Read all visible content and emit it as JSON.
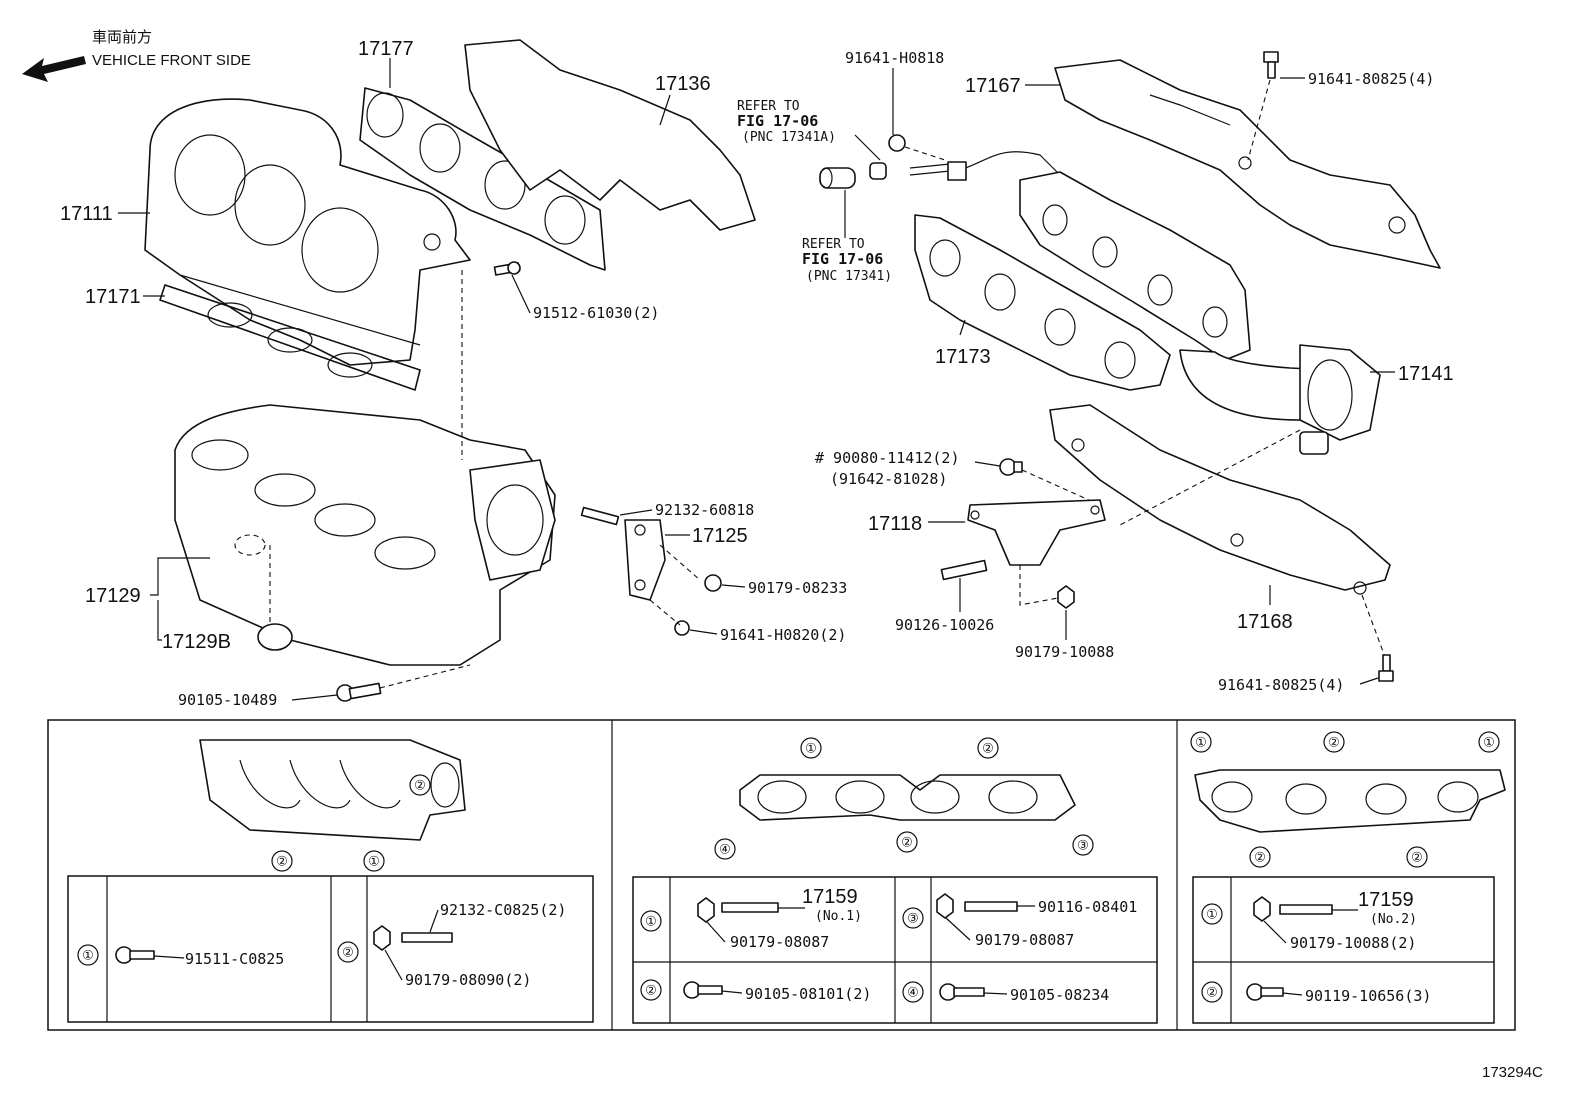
{
  "header": {
    "direction_jp": "車両前方",
    "direction_en": "VEHICLE FRONT SIDE",
    "figure_id": "173294C"
  },
  "parts": {
    "p17177": "17177",
    "p17136": "17136",
    "p17111": "17111",
    "p17171": "17171",
    "p91512": "91512-61030(2)",
    "p17129": "17129",
    "p17129b": "17129B",
    "p90105_10489": "90105-10489",
    "p92132_60818": "92132-60818",
    "p17125": "17125",
    "p90179_08233": "90179-08233",
    "p91641_h0820": "91641-H0820(2)",
    "p91641_h0818": "91641-H0818",
    "p17167": "17167",
    "p91641_80825_top": "91641-80825(4)",
    "p17173": "17173",
    "p17141": "17141",
    "p90080": "# 90080-11412(2)",
    "p91642": "(91642-81028)",
    "p17118": "17118",
    "p90126": "90126-10026",
    "p90179_10088": "90179-10088",
    "p17168": "17168",
    "p91641_80825_bot": "91641-80825(4)"
  },
  "refers": {
    "ref1_line1": "REFER TO",
    "ref1_line2": "FIG 17-06",
    "ref1_line3": "(PNC 17341A)",
    "ref2_line1": "REFER TO",
    "ref2_line2": "FIG 17-06",
    "ref2_line3": "(PNC 17341)"
  },
  "panel1": {
    "c1": "①",
    "c2": "②",
    "row1_part": "91511-C0825",
    "row2_part_a": "92132-C0825(2)",
    "row2_part_b": "90179-08090(2)"
  },
  "panel2": {
    "c1": "①",
    "c2": "②",
    "c3": "③",
    "c4": "④",
    "gasket_no": "17159",
    "gasket_sub": "(No.1)",
    "r1_nut": "90179-08087",
    "r3_stud": "90116-08401",
    "r3_nut": "90179-08087",
    "r2_bolt": "90105-08101(2)",
    "r4_bolt": "90105-08234"
  },
  "panel3": {
    "c1": "①",
    "c2": "②",
    "gasket_no": "17159",
    "gasket_sub": "(No.2)",
    "r1_nut": "90179-10088(2)",
    "r2_bolt": "90119-10656(3)"
  }
}
